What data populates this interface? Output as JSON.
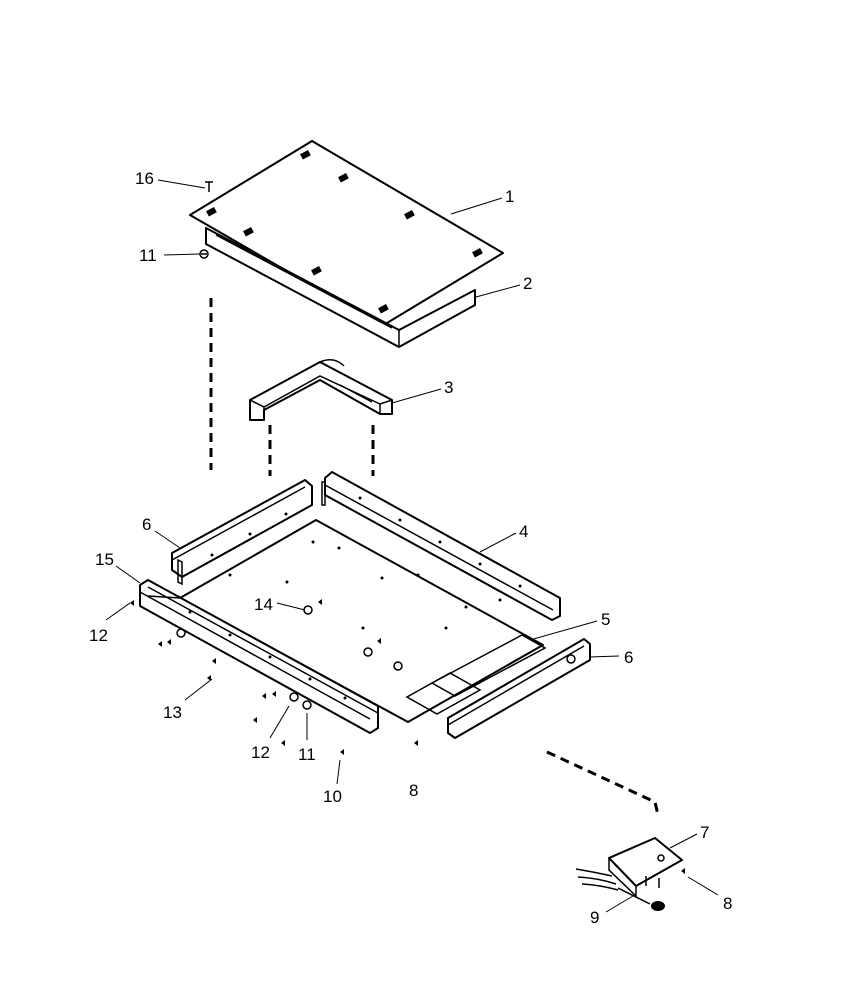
{
  "callouts": {
    "c1": "1",
    "c2": "2",
    "c3": "3",
    "c4": "4",
    "c5": "5",
    "c6a": "6",
    "c6b": "6",
    "c7": "7",
    "c8a": "8",
    "c8b": "8",
    "c9": "9",
    "c10": "10",
    "c11a": "11",
    "c11b": "11",
    "c12a": "12",
    "c12b": "12",
    "c13": "13",
    "c14": "14",
    "c15": "15",
    "c16": "16"
  }
}
